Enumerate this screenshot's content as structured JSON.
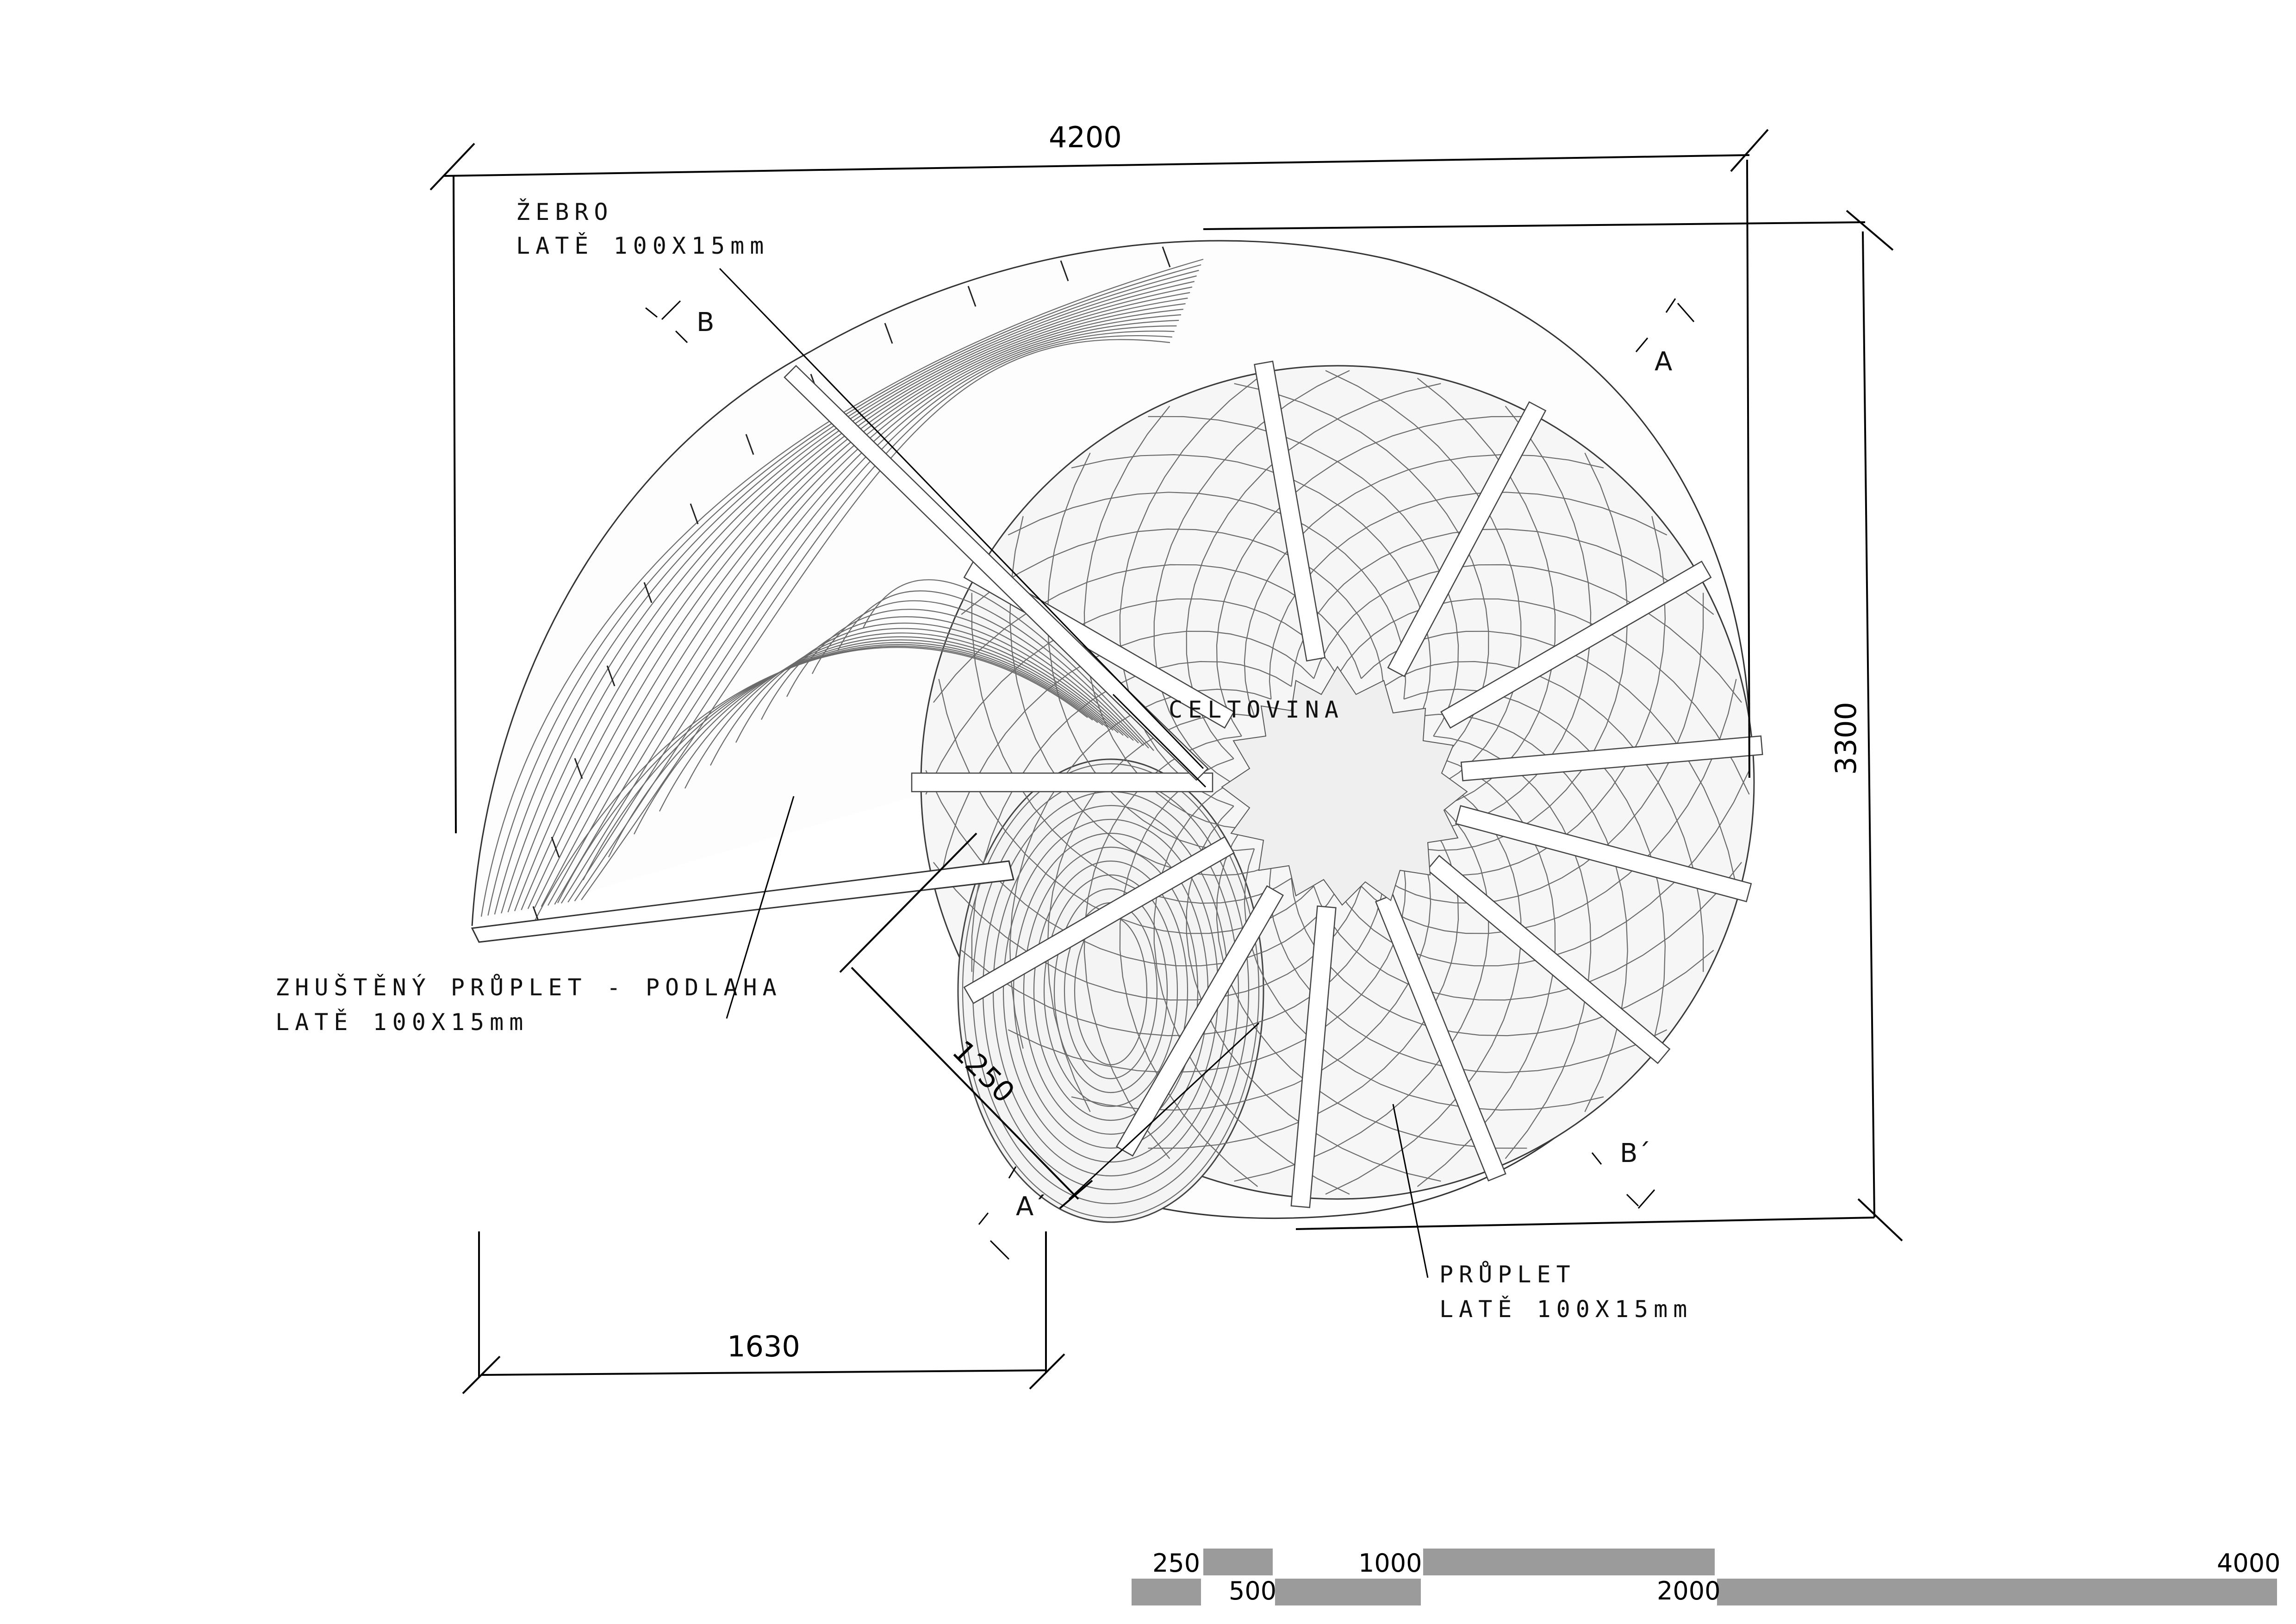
{
  "dimensions": {
    "overall_width": "4200",
    "overall_height": "3300",
    "opening_diagonal": "1250",
    "base_width": "1630"
  },
  "labels": {
    "zebro": {
      "line1": "ŽEBRO",
      "line2": "LATĚ 100X15mm"
    },
    "celtovina": "CELTOVINA",
    "podlaha": {
      "line1": "ZHUŠTĚNÝ PRŮPLET - PODLAHA",
      "line2": "LATĚ 100X15mm"
    },
    "pruplet": {
      "line1": "PRŮPLET",
      "line2": "LATĚ 100X15mm"
    }
  },
  "section_marks": {
    "a": "A",
    "a_prime": "A´",
    "b": "B",
    "b_prime": "B´"
  },
  "scale_bar": {
    "labels": {
      "s250": "250",
      "s500": "500",
      "s1000": "1000",
      "s2000": "2000",
      "s4000": "4000"
    }
  },
  "colors": {
    "line": "#000000",
    "weave": "#6a6a6a",
    "fabric": "#f1f1f1",
    "scale_fill": "#9b9b9b"
  }
}
